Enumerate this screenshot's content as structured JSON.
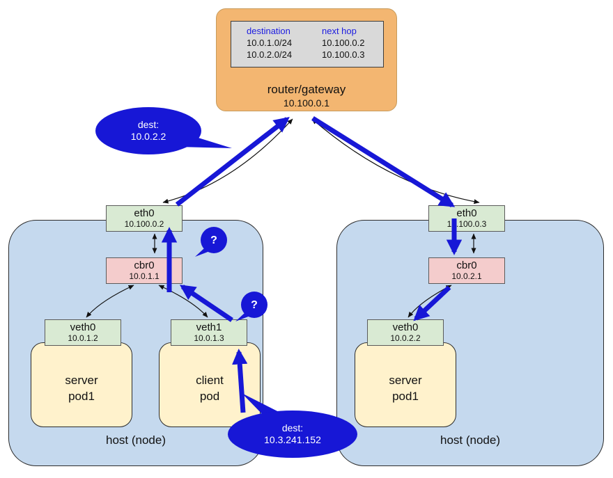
{
  "colors": {
    "accent_blue": "#1717d6",
    "router_fill": "#f3b671",
    "host_fill": "#c5d9ee",
    "interface_green": "#d9ead3",
    "bridge_pink": "#f4cccc",
    "pod_yellow": "#fff2cc",
    "table_fill": "#d9d9d9",
    "table_header_blue": "#1b1be0"
  },
  "router": {
    "title": "router/gateway",
    "ip": "10.100.0.1",
    "table": {
      "col1_header": "destination",
      "col2_header": "next hop",
      "rows": [
        {
          "destination": "10.0.1.0/24",
          "next_hop": "10.100.0.2"
        },
        {
          "destination": "10.0.2.0/24",
          "next_hop": "10.100.0.3"
        }
      ]
    }
  },
  "left_host": {
    "label": "host (node)",
    "eth0": {
      "name": "eth0",
      "ip": "10.100.0.2"
    },
    "cbr0": {
      "name": "cbr0",
      "ip": "10.0.1.1"
    },
    "veth0": {
      "name": "veth0",
      "ip": "10.0.1.2"
    },
    "veth1": {
      "name": "veth1",
      "ip": "10.0.1.3"
    },
    "server_pod": {
      "line1": "server",
      "line2": "pod1"
    },
    "client_pod": {
      "line1": "client",
      "line2": "pod"
    }
  },
  "right_host": {
    "label": "host (node)",
    "eth0": {
      "name": "eth0",
      "ip": "10.100.0.3"
    },
    "cbr0": {
      "name": "cbr0",
      "ip": "10.0.2.1"
    },
    "veth0": {
      "name": "veth0",
      "ip": "10.0.2.2"
    },
    "server_pod": {
      "line1": "server",
      "line2": "pod1"
    }
  },
  "callouts": {
    "dest_left": {
      "line1": "dest:",
      "line2": "10.0.2.2"
    },
    "dest_bottom": {
      "line1": "dest:",
      "line2": "10.3.241.152"
    },
    "question_mark": "?"
  }
}
